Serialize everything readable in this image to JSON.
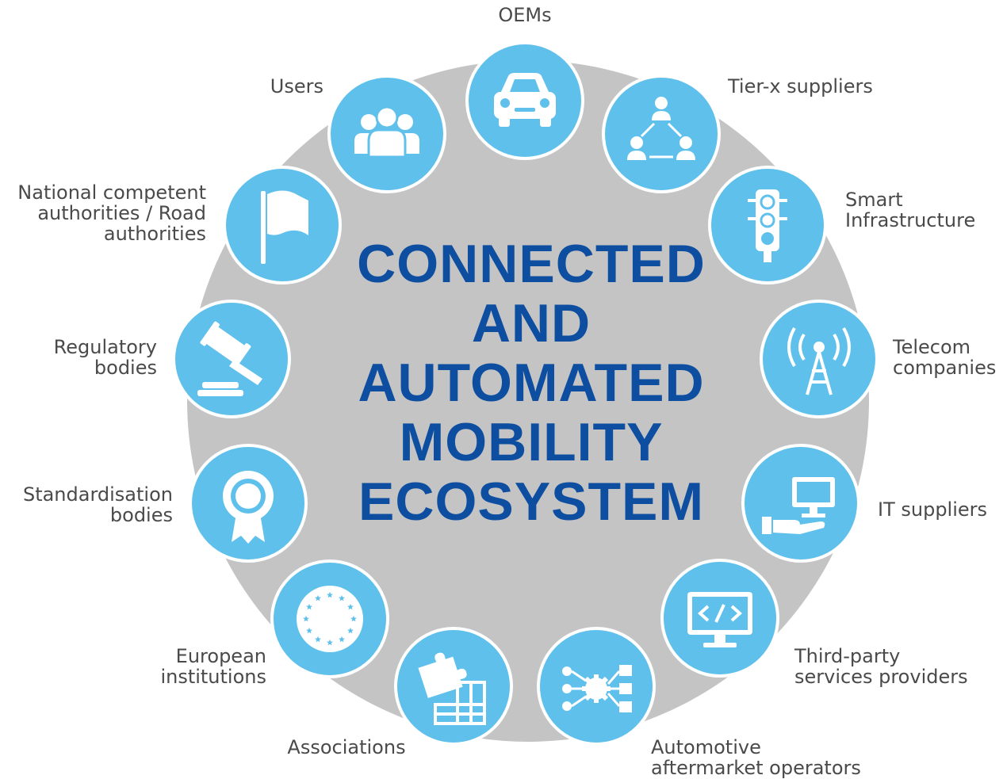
{
  "title_lines": [
    "CONNECTED",
    "AND",
    "AUTOMATED",
    "MOBILITY",
    "ECOSYSTEM"
  ],
  "colors": {
    "node": "#60c0ec",
    "disc": "#c4c4c4",
    "title": "#0d4ea1",
    "label": "#4a4a4a"
  },
  "stakeholders": [
    {
      "id": "oems",
      "label": "OEMs",
      "icon": "car-icon"
    },
    {
      "id": "tier-x-suppliers",
      "label": "Tier-x suppliers",
      "icon": "network-people-icon"
    },
    {
      "id": "smart-infrastructure",
      "label": "Smart\nInfrastructure",
      "icon": "traffic-light-icon"
    },
    {
      "id": "telecom-companies",
      "label": "Telecom\ncompanies",
      "icon": "antenna-tower-icon"
    },
    {
      "id": "it-suppliers",
      "label": "IT suppliers",
      "icon": "hand-monitor-icon"
    },
    {
      "id": "third-party",
      "label": "Third-party\nservices providers",
      "icon": "code-monitor-icon"
    },
    {
      "id": "aftermarket",
      "label": "Automotive\naftermarket operators",
      "icon": "gear-network-icon"
    },
    {
      "id": "associations",
      "label": "Associations",
      "icon": "puzzle-icon"
    },
    {
      "id": "european-institutions",
      "label": "European\ninstitutions",
      "icon": "eu-stars-icon"
    },
    {
      "id": "standardisation",
      "label": "Standardisation\nbodies",
      "icon": "award-rosette-icon"
    },
    {
      "id": "regulatory",
      "label": "Regulatory\nbodies",
      "icon": "gavel-icon"
    },
    {
      "id": "national-authorities",
      "label": "National competent\nauthorities / Road\nauthorities",
      "icon": "flag-icon"
    },
    {
      "id": "users",
      "label": "Users",
      "icon": "users-group-icon"
    }
  ]
}
